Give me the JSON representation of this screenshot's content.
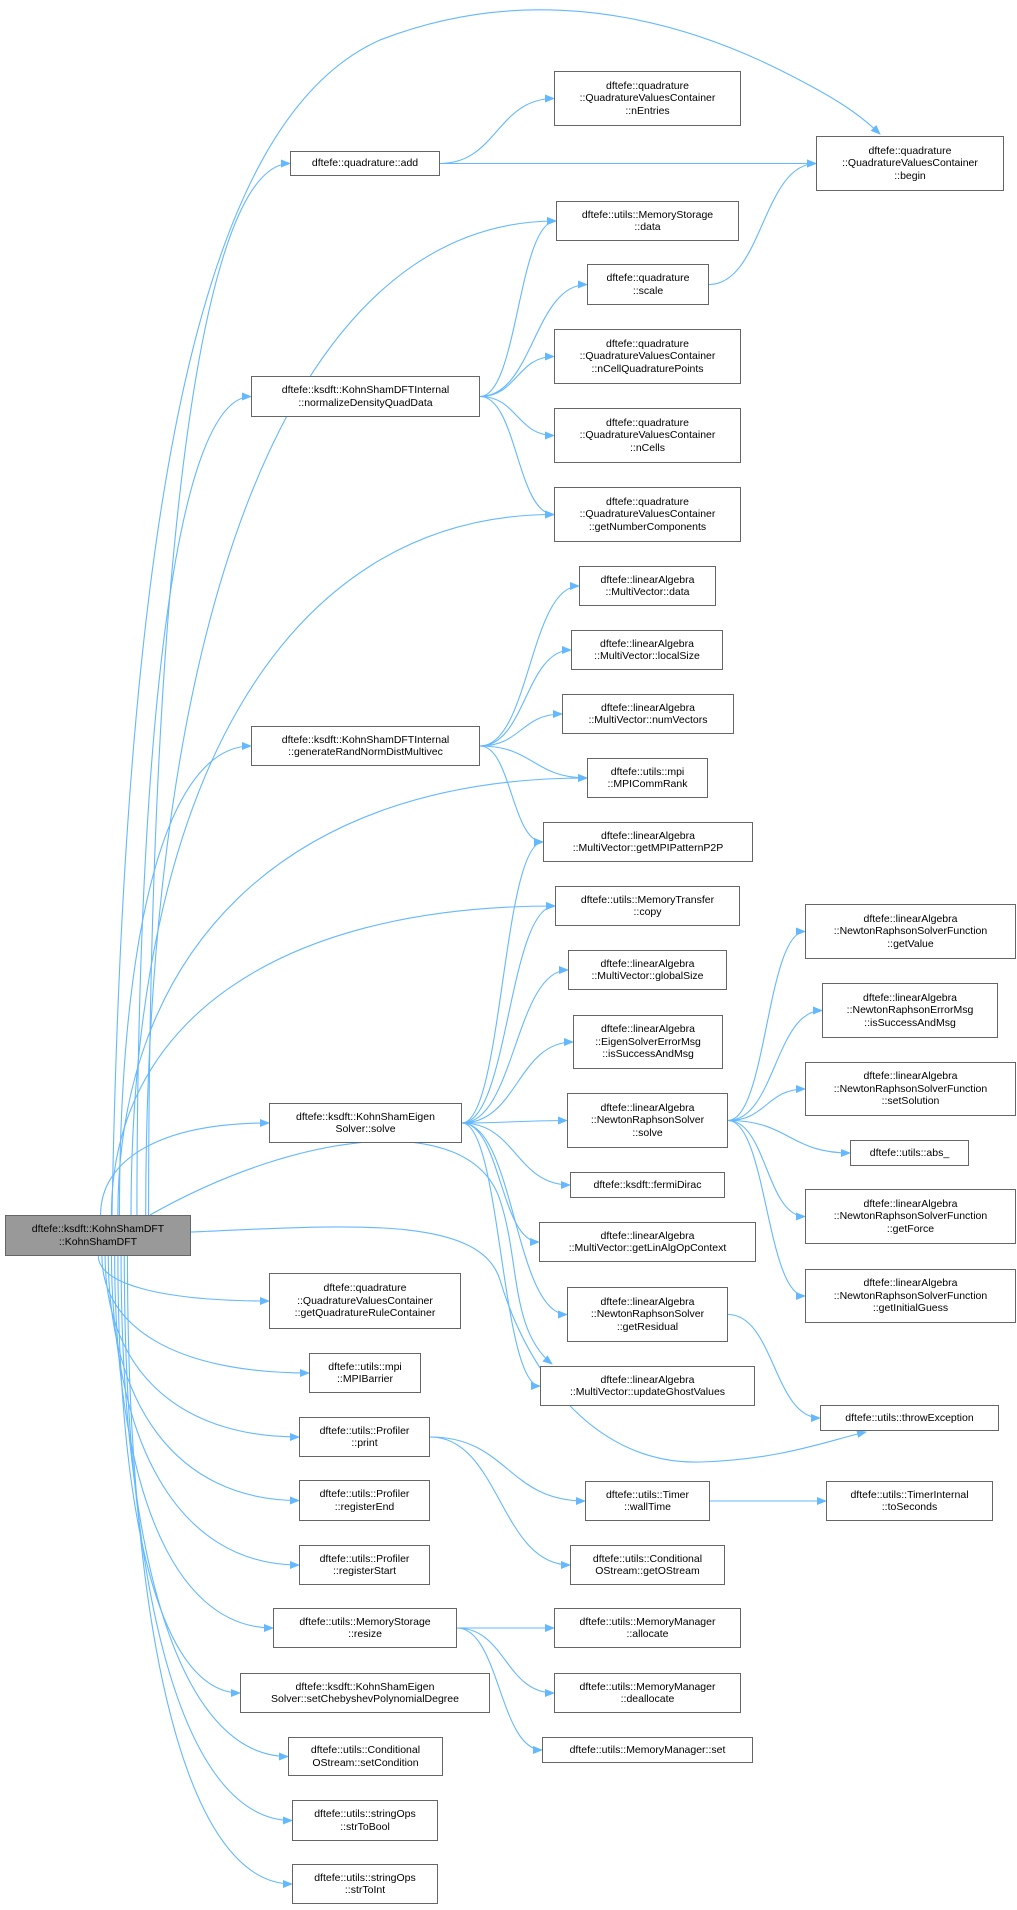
{
  "colors": {
    "edge": "#63b8ff",
    "root_fill": "#999999",
    "node_border": "#666666"
  },
  "nodes": [
    {
      "id": "root",
      "label": "dftefe::ksdft::KohnShamDFT\n::KohnShamDFT"
    },
    {
      "id": "add",
      "label": "dftefe::quadrature::add"
    },
    {
      "id": "nEntries",
      "label": "dftefe::quadrature\n::QuadratureValuesContainer\n::nEntries"
    },
    {
      "id": "begin",
      "label": "dftefe::quadrature\n::QuadratureValuesContainer\n::begin"
    },
    {
      "id": "msdata",
      "label": "dftefe::utils::MemoryStorage\n::data"
    },
    {
      "id": "scale",
      "label": "dftefe::quadrature\n::scale"
    },
    {
      "id": "ncqp",
      "label": "dftefe::quadrature\n::QuadratureValuesContainer\n::nCellQuadraturePoints"
    },
    {
      "id": "norm",
      "label": "dftefe::ksdft::KohnShamDFTInternal\n::normalizeDensityQuadData"
    },
    {
      "id": "ncells",
      "label": "dftefe::quadrature\n::QuadratureValuesContainer\n::nCells"
    },
    {
      "id": "gnc",
      "label": "dftefe::quadrature\n::QuadratureValuesContainer\n::getNumberComponents"
    },
    {
      "id": "mvdata",
      "label": "dftefe::linearAlgebra\n::MultiVector::data"
    },
    {
      "id": "localSize",
      "label": "dftefe::linearAlgebra\n::MultiVector::localSize"
    },
    {
      "id": "numVectors",
      "label": "dftefe::linearAlgebra\n::MultiVector::numVectors"
    },
    {
      "id": "grand",
      "label": "dftefe::ksdft::KohnShamDFTInternal\n::generateRandNormDistMultivec"
    },
    {
      "id": "rank",
      "label": "dftefe::utils::mpi\n::MPICommRank"
    },
    {
      "id": "p2p",
      "label": "dftefe::linearAlgebra\n::MultiVector::getMPIPatternP2P"
    },
    {
      "id": "copy",
      "label": "dftefe::utils::MemoryTransfer\n::copy"
    },
    {
      "id": "getValue",
      "label": "dftefe::linearAlgebra\n::NewtonRaphsonSolverFunction\n::getValue"
    },
    {
      "id": "globalSize",
      "label": "dftefe::linearAlgebra\n::MultiVector::globalSize"
    },
    {
      "id": "nrerr",
      "label": "dftefe::linearAlgebra\n::NewtonRaphsonErrorMsg\n::isSuccessAndMsg"
    },
    {
      "id": "eserr",
      "label": "dftefe::linearAlgebra\n::EigenSolverErrorMsg\n::isSuccessAndMsg"
    },
    {
      "id": "setSolution",
      "label": "dftefe::linearAlgebra\n::NewtonRaphsonSolverFunction\n::setSolution"
    },
    {
      "id": "kses",
      "label": "dftefe::ksdft::KohnShamEigen\nSolver::solve"
    },
    {
      "id": "nrs",
      "label": "dftefe::linearAlgebra\n::NewtonRaphsonSolver\n::solve"
    },
    {
      "id": "abs",
      "label": "dftefe::utils::abs_"
    },
    {
      "id": "fermi",
      "label": "dftefe::ksdft::fermiDirac"
    },
    {
      "id": "getForce",
      "label": "dftefe::linearAlgebra\n::NewtonRaphsonSolverFunction\n::getForce"
    },
    {
      "id": "linalg",
      "label": "dftefe::linearAlgebra\n::MultiVector::getLinAlgOpContext"
    },
    {
      "id": "gqrc",
      "label": "dftefe::quadrature\n::QuadratureValuesContainer\n::getQuadratureRuleContainer"
    },
    {
      "id": "initGuess",
      "label": "dftefe::linearAlgebra\n::NewtonRaphsonSolverFunction\n::getInitialGuess"
    },
    {
      "id": "residual",
      "label": "dftefe::linearAlgebra\n::NewtonRaphsonSolver\n::getResidual"
    },
    {
      "id": "barrier",
      "label": "dftefe::utils::mpi\n::MPIBarrier"
    },
    {
      "id": "ghost",
      "label": "dftefe::linearAlgebra\n::MultiVector::updateGhostValues"
    },
    {
      "id": "throwE",
      "label": "dftefe::utils::throwException"
    },
    {
      "id": "print",
      "label": "dftefe::utils::Profiler\n::print"
    },
    {
      "id": "wall",
      "label": "dftefe::utils::Timer\n::wallTime"
    },
    {
      "id": "toSec",
      "label": "dftefe::utils::TimerInternal\n::toSeconds"
    },
    {
      "id": "regEnd",
      "label": "dftefe::utils::Profiler\n::registerEnd"
    },
    {
      "id": "regStart",
      "label": "dftefe::utils::Profiler\n::registerStart"
    },
    {
      "id": "ostream",
      "label": "dftefe::utils::Conditional\nOStream::getOStream"
    },
    {
      "id": "resize",
      "label": "dftefe::utils::MemoryStorage\n::resize"
    },
    {
      "id": "alloc",
      "label": "dftefe::utils::MemoryManager\n::allocate"
    },
    {
      "id": "cheb",
      "label": "dftefe::ksdft::KohnShamEigen\nSolver::setChebyshevPolynomialDegree"
    },
    {
      "id": "dealloc",
      "label": "dftefe::utils::MemoryManager\n::deallocate"
    },
    {
      "id": "mmset",
      "label": "dftefe::utils::MemoryManager::set"
    },
    {
      "id": "setCond",
      "label": "dftefe::utils::Conditional\nOStream::setCondition"
    },
    {
      "id": "strToBool",
      "label": "dftefe::utils::stringOps\n::strToBool"
    },
    {
      "id": "strToInt",
      "label": "dftefe::utils::stringOps\n::strToInt"
    }
  ],
  "edges": [
    [
      "root",
      "begin"
    ],
    [
      "root",
      "add"
    ],
    [
      "root",
      "msdata"
    ],
    [
      "root",
      "norm"
    ],
    [
      "root",
      "gnc"
    ],
    [
      "root",
      "grand"
    ],
    [
      "root",
      "rank"
    ],
    [
      "root",
      "copy"
    ],
    [
      "root",
      "kses"
    ],
    [
      "root",
      "ghost"
    ],
    [
      "root",
      "throwE"
    ],
    [
      "root",
      "gqrc"
    ],
    [
      "root",
      "barrier"
    ],
    [
      "root",
      "print"
    ],
    [
      "root",
      "regEnd"
    ],
    [
      "root",
      "regStart"
    ],
    [
      "root",
      "resize"
    ],
    [
      "root",
      "cheb"
    ],
    [
      "root",
      "setCond"
    ],
    [
      "root",
      "strToBool"
    ],
    [
      "root",
      "strToInt"
    ],
    [
      "add",
      "nEntries"
    ],
    [
      "add",
      "begin"
    ],
    [
      "scale",
      "begin"
    ],
    [
      "norm",
      "msdata"
    ],
    [
      "norm",
      "scale"
    ],
    [
      "norm",
      "ncqp"
    ],
    [
      "norm",
      "ncells"
    ],
    [
      "norm",
      "gnc"
    ],
    [
      "grand",
      "mvdata"
    ],
    [
      "grand",
      "localSize"
    ],
    [
      "grand",
      "numVectors"
    ],
    [
      "grand",
      "rank"
    ],
    [
      "grand",
      "p2p"
    ],
    [
      "kses",
      "p2p"
    ],
    [
      "kses",
      "copy"
    ],
    [
      "kses",
      "globalSize"
    ],
    [
      "kses",
      "eserr"
    ],
    [
      "kses",
      "nrs"
    ],
    [
      "kses",
      "fermi"
    ],
    [
      "kses",
      "linalg"
    ],
    [
      "kses",
      "residual"
    ],
    [
      "kses",
      "ghost"
    ],
    [
      "nrs",
      "getValue"
    ],
    [
      "nrs",
      "nrerr"
    ],
    [
      "nrs",
      "setSolution"
    ],
    [
      "nrs",
      "abs"
    ],
    [
      "nrs",
      "getForce"
    ],
    [
      "nrs",
      "initGuess"
    ],
    [
      "residual",
      "throwE"
    ],
    [
      "print",
      "wall"
    ],
    [
      "print",
      "ostream"
    ],
    [
      "wall",
      "toSec"
    ],
    [
      "resize",
      "alloc"
    ],
    [
      "resize",
      "dealloc"
    ],
    [
      "resize",
      "mmset"
    ]
  ]
}
